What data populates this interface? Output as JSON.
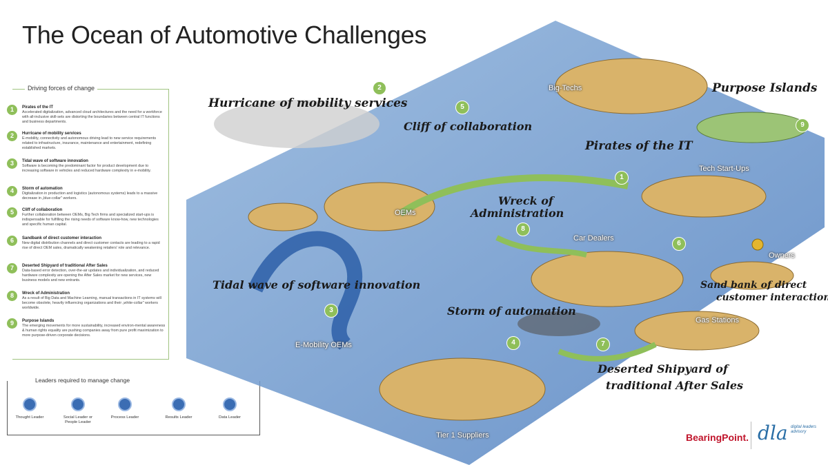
{
  "title": "The Ocean of Automotive Challenges",
  "driving_forces": {
    "heading": "Driving forces of change",
    "items": [
      {
        "num": "1",
        "title": "Pirates of the IT",
        "desc": "Accelerated digitalization, advanced cloud architectures and the need for a workforce with all-inclusive skill-sets are distorting the boundaries between central IT functions and business departments."
      },
      {
        "num": "2",
        "title": "Hurricane of mobility services",
        "desc": "E-mobility, connectivity and autonomous driving lead to new service requirements related to infrastructure, insurance, maintenance and entertainment, redefining established markets."
      },
      {
        "num": "3",
        "title": "Tidal wave of software innovation",
        "desc": "Software is becoming the predominant factor for product development due to increasing software in vehicles and reduced hardware complexity in e-mobility."
      },
      {
        "num": "4",
        "title": "Storm of automation",
        "desc": "Digitalization in production and logistics (autonomous systems) leads to a massive decrease in „blue-collar\" workers."
      },
      {
        "num": "5",
        "title": "Cliff of collaboration",
        "desc": "Further collaboration between OEMs, Big Tech firms and specialized start-ups is indispensable for fulfilling the rising needs of software know-how, new technologies and specific human capital."
      },
      {
        "num": "6",
        "title": "Sandbank of direct customer interaction",
        "desc": "New digital distribution channels and direct customer contacts are leading to a rapid rise of direct OEM sales, dramatically weakening retailers' role and relevance."
      },
      {
        "num": "7",
        "title": "Deserted Shipyard of traditional After Sales",
        "desc": "Data-based error detection, over-the-air updates and individualization, and reduced hardware complexity are opening the After Sales market for new services, new business models and new entrants."
      },
      {
        "num": "8",
        "title": "Wreck of Administration",
        "desc": "As a result of Big Data and Machine Learning, manual transactions in IT systems will become obsolete, heavily influencing organizations and their „white-collar\" workers worldwide."
      },
      {
        "num": "9",
        "title": "Purpose Islands",
        "desc": "The emerging movements for more sustainability, increased environ-mental awareness & human rights equality are pushing companies away from pure profit maximization to more purpose-driven corporate decisions."
      }
    ]
  },
  "leaders": {
    "heading": "Leaders required to manage change",
    "items": [
      {
        "label": "Thought Leader",
        "icon": "thought-leader-icon"
      },
      {
        "label": "Social Leader or People Leader",
        "icon": "social-leader-icon"
      },
      {
        "label": "Process Leader",
        "icon": "process-leader-icon"
      },
      {
        "label": "Results Leader",
        "icon": "results-leader-icon"
      },
      {
        "label": "Data Leader",
        "icon": "data-leader-icon"
      }
    ]
  },
  "map_labels": {
    "hurricane": "Hurricane of mobility services",
    "cliff": "Cliff of collaboration",
    "pirates": "Pirates of the IT",
    "purpose": "Purpose Islands",
    "wreck_line1": "Wreck of",
    "wreck_line2": "Administration",
    "tidal": "Tidal wave of software innovation",
    "storm": "Storm of automation",
    "sandbank_line1": "Sand bank of direct",
    "sandbank_line2": "customer interaction",
    "shipyard_line1": "Deserted Shipyard of",
    "shipyard_line2": "traditional After Sales"
  },
  "places": {
    "big_techs": "Big-Techs",
    "tech_startups": "Tech Start-Ups",
    "oems": "OEMs",
    "car_dealers": "Car Dealers",
    "owners": "Owners",
    "e_mobility": "E-Mobility OEMs",
    "gas_stations": "Gas Stations",
    "tier1": "Tier 1 Suppliers"
  },
  "badges": {
    "b1": "1",
    "b2": "2",
    "b3": "3",
    "b4": "4",
    "b5": "5",
    "b6": "6",
    "b7": "7",
    "b8": "8",
    "b9": "9"
  },
  "logos": {
    "bearingpoint": "BearingPoint.",
    "dla": "dla",
    "dla_sub": "digital leaders advisory"
  },
  "colors": {
    "accent_green": "#8fbf5a",
    "ocean_blue": "#5f8fc8",
    "sand": "#d9b36a",
    "bearingpoint_red": "#c0142b",
    "dla_blue": "#2a6ea6"
  }
}
